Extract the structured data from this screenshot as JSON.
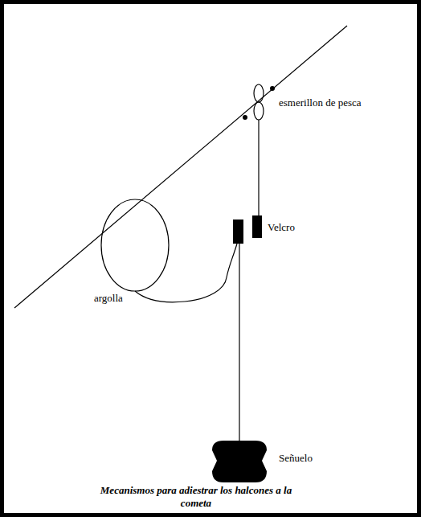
{
  "diagram": {
    "caption": "Mecanismos para adiestrar los halcones a la cometa",
    "labels": [
      "esmerillon de pesca",
      "Velcro",
      "argolla",
      "Señuelo"
    ]
  }
}
